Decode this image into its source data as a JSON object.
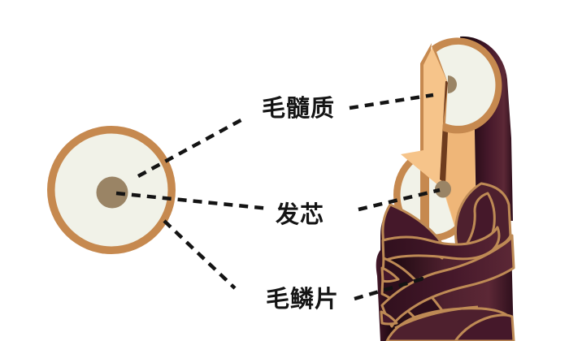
{
  "figure": {
    "type": "anatomy-diagram",
    "subject": "hair strand structure: cross-section circle and 3D cutaway strand with cuticle scales",
    "callouts": [
      {
        "id": "medulla",
        "label": "毛髓质"
      },
      {
        "id": "core",
        "label": "发芯"
      },
      {
        "id": "cuticle",
        "label": "毛鳞片"
      }
    ],
    "colors": {
      "background": "#FFFFFF",
      "ring_tan": "#C6894F",
      "medulla_cream": "#F1F2E8",
      "core_dot": "#9A8465",
      "cortex_peach": "#F6C48A",
      "cortex_peach_shade": "#EFB678",
      "medulla_channel": "#6E3C1E",
      "strand_darkest": "#1E0911",
      "strand_dark": "#2E0F1C",
      "strand_mid": "#45182A",
      "strand_mid2": "#4E202E",
      "strand_light": "#5C2836",
      "scale_outline": "#BE8A55",
      "leader_line": "#141414",
      "label_text": "#141414"
    }
  }
}
